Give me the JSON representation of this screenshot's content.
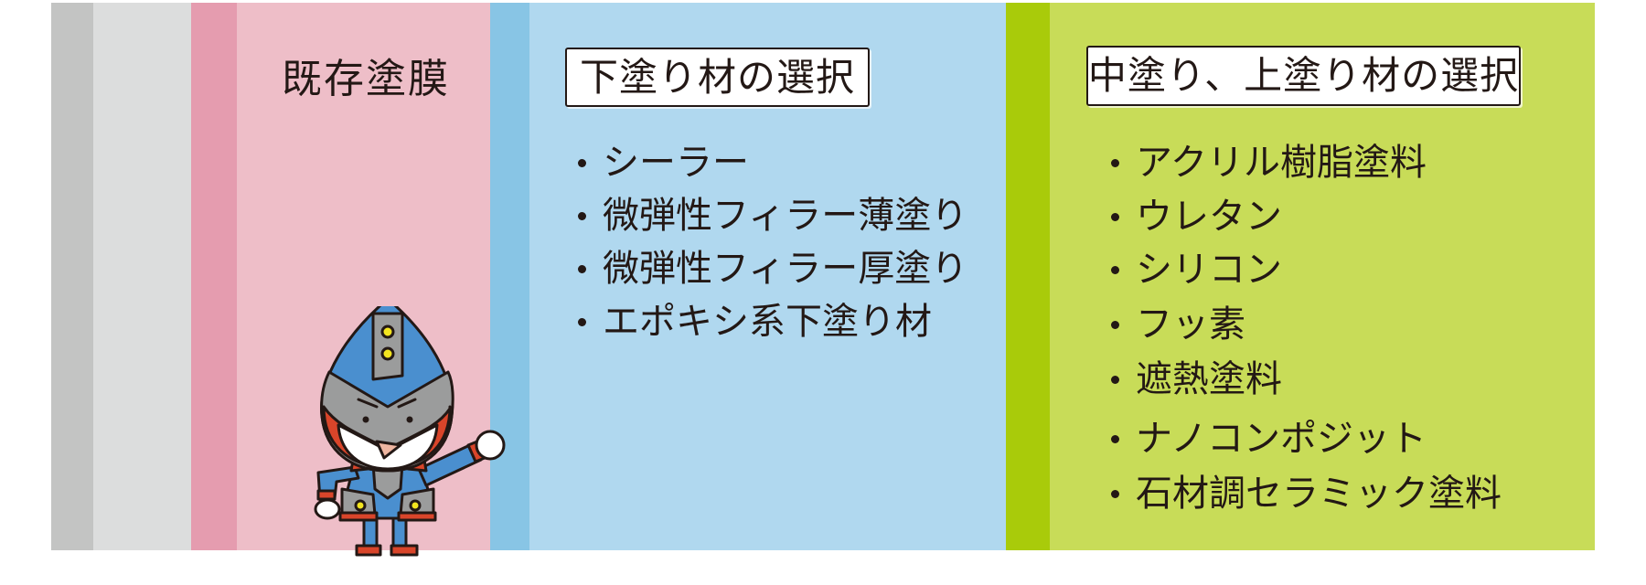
{
  "colors": {
    "gray_dark": "#c3c4c3",
    "gray_light": "#dcdddd",
    "pink_dark": "#e59caf",
    "pink_light": "#eebec8",
    "blue_dark": "#88c5e5",
    "blue_light": "#b0d8ef",
    "green_dark": "#a9cb0a",
    "green_light": "#c8dc58",
    "text": "#231815"
  },
  "layers": {
    "existing_coat": {
      "title": "既存塗膜"
    },
    "undercoat": {
      "title": "下塗り材の選択",
      "items": [
        "シーラー",
        "微弾性フィラー薄塗り",
        "微弾性フィラー厚塗り",
        "エポキシ系下塗り材"
      ]
    },
    "middle_top_coat": {
      "title": "中塗り、上塗り材の選択",
      "items": [
        "アクリル樹脂塗料",
        "ウレタン",
        "シリコン",
        "フッ素",
        "遮熱塗料",
        "ナノコンポジット",
        "石材調セラミック塗料"
      ]
    }
  },
  "mascot": {
    "icon": "robot-mascot-icon"
  }
}
